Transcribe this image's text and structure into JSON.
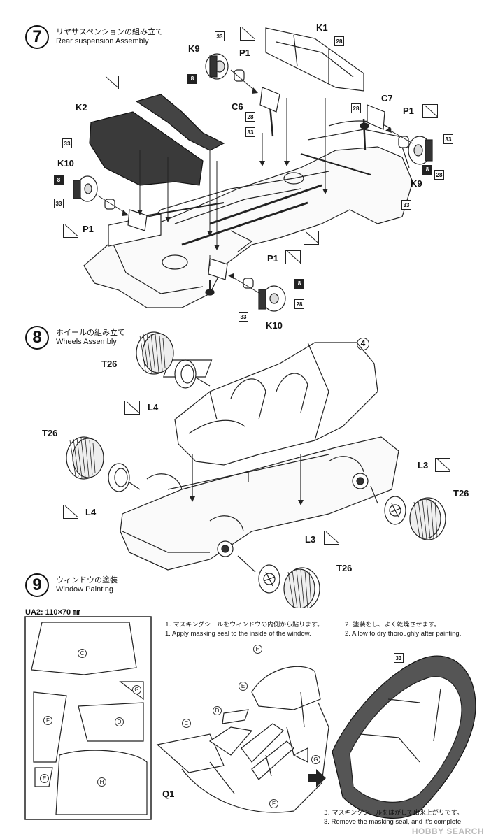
{
  "steps": [
    {
      "number": "7",
      "title_jp": "リヤサスペンションの組み立て",
      "title_en": "Rear suspension Assembly"
    },
    {
      "number": "8",
      "title_jp": "ホイールの組み立て",
      "title_en": "Wheels Assembly"
    },
    {
      "number": "9",
      "title_jp": "ウィンドウの塗装",
      "title_en": "Window Painting"
    }
  ],
  "step7_labels": {
    "k1": "K1",
    "k2": "K2",
    "k9_top": "K9",
    "k9_right": "K9",
    "k10_left": "K10",
    "k10_bottom": "K10",
    "p1_top": "P1",
    "p1_right": "P1",
    "p1_left": "P1",
    "p1_bottom": "P1",
    "c6": "C6",
    "c7": "C7"
  },
  "step8_labels": {
    "t26_top": "T26",
    "t26_left": "T26",
    "t26_right": "T26",
    "t26_bottom": "T26",
    "l4_top": "L4",
    "l4_left": "L4",
    "l3_right": "L3",
    "l3_bottom": "L3",
    "body_ref": "4"
  },
  "color_tags": {
    "c33": "33",
    "c28": "28",
    "c8": "8"
  },
  "step9": {
    "ua2": "UA2: 110×70 ㎜",
    "note1_jp": "1.  マスキングシールをウィンドウの内側から貼ります。",
    "note1_en": "1.  Apply masking seal to the inside of the window.",
    "note2_jp": "2.  塗装をし、よく乾燥させます。",
    "note2_en": "2.  Allow to dry thoroughly after painting.",
    "note3_jp": "3.  マスキングシールをはがして出来上がりです。",
    "note3_en": "3.  Remove the masking seal, and it's complete.",
    "q1": "Q1",
    "seal_letters": [
      "C",
      "G",
      "F",
      "D",
      "E",
      "H"
    ]
  },
  "watermark": "HOBBY SEARCH"
}
